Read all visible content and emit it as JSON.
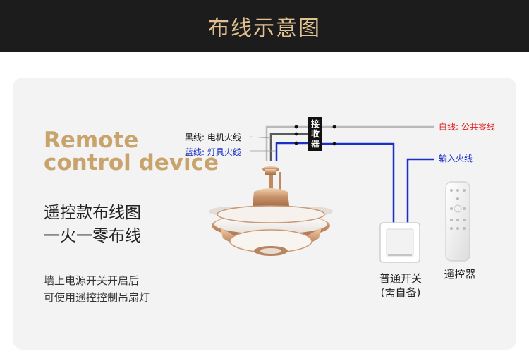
{
  "banner": {
    "title": "布线示意图"
  },
  "intro": {
    "english_line1": "Remote",
    "english_line2": "control device",
    "title_line1": "遥控款布线图",
    "title_line2": "一火一零布线",
    "note_line1": "墙上电源开关开启后",
    "note_line2": "可使用遥控控制吊扇灯"
  },
  "wires": {
    "black_label": "黑线: 电机火线",
    "blue_label": "蓝线: 灯具火线",
    "white_label": "白线: 公共零线",
    "input_label": "输入火线"
  },
  "receiver": {
    "chars": [
      "接",
      "收",
      "器"
    ]
  },
  "switch": {
    "line1": "普通开关",
    "line2": "(需自备)"
  },
  "remote": {
    "label": "遥控器"
  },
  "colors": {
    "accent_gold": "#c8a36b",
    "wire_blue": "#1a2fc6",
    "wire_red_label": "#e21b1b"
  }
}
